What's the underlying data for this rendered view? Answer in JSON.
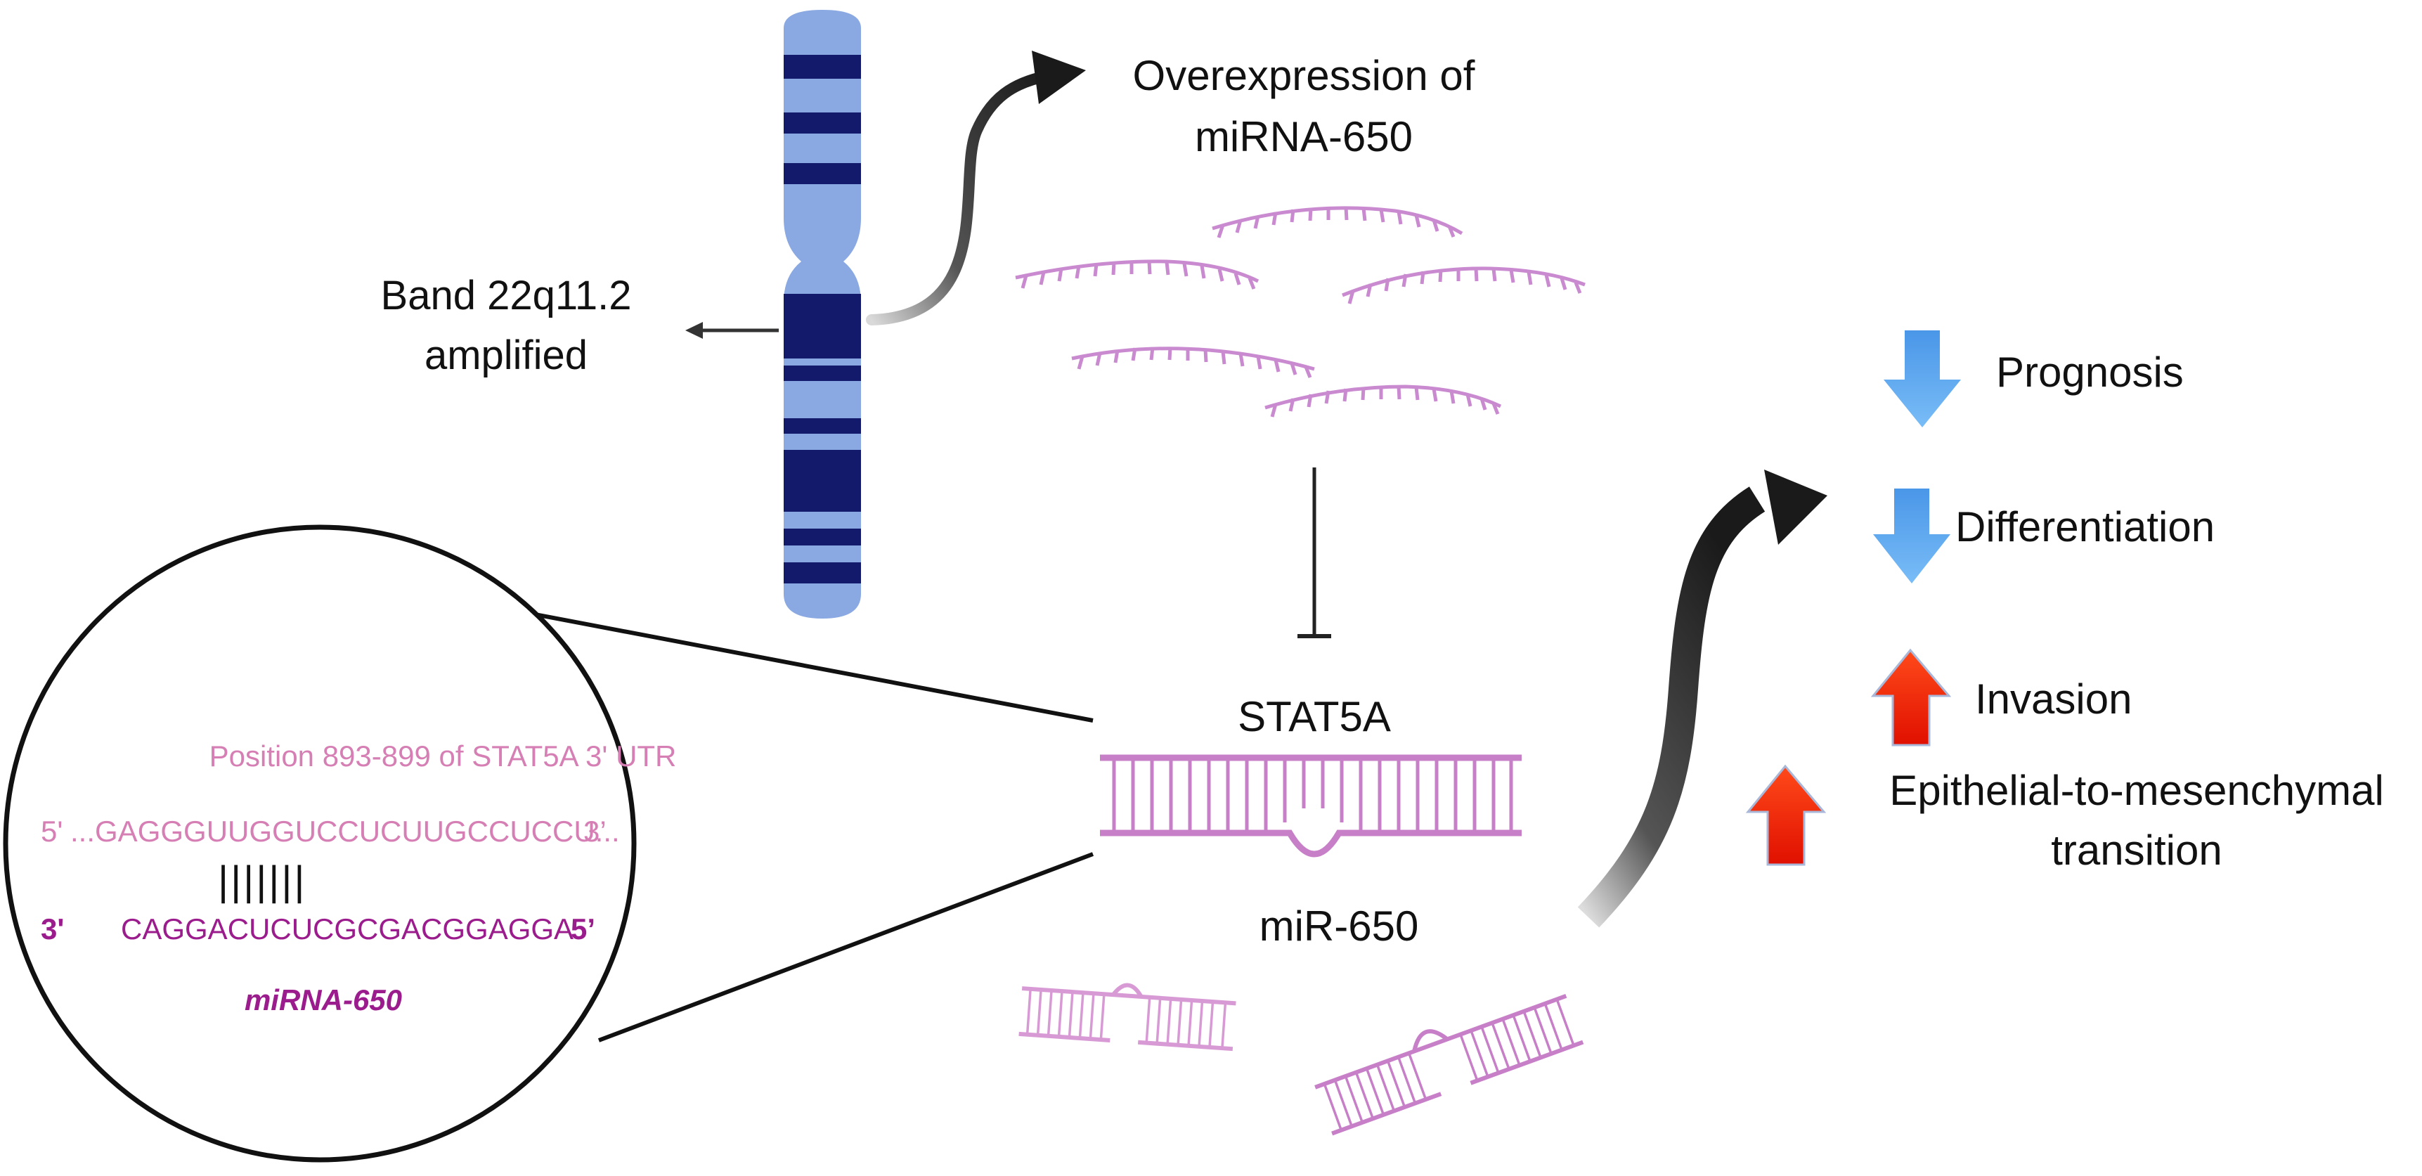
{
  "labels": {
    "overexpression_line1": "Overexpression of",
    "overexpression_line2": "miRNA-650",
    "band_line1": "Band 22q11.2",
    "band_line2": "amplified",
    "stat5a": "STAT5A",
    "mir650": "miR-650",
    "prognosis": "Prognosis",
    "differentiation": "Differentiation",
    "invasion": "Invasion",
    "emt_line1": "Epithelial-to-mesenchymal",
    "emt_line2": "transition"
  },
  "zoom": {
    "position_text": "Position 893-899 of STAT5A 3' UTR",
    "top_5prime": "5'",
    "top_sequence": "...GAGGGUUGGUCCUCUUGCCUCCU...",
    "top_3prime": "3’",
    "pairing": "|||||||",
    "bottom_3prime": "3'",
    "bottom_sequence": "CAGGACUCUCGCGACGGAGGA",
    "bottom_5prime": "5’",
    "mirna_name": "miRNA-650"
  },
  "outcomes": [
    {
      "label_key": "prognosis",
      "direction": "down",
      "color": "#5aaaf0"
    },
    {
      "label_key": "differentiation",
      "direction": "down",
      "color": "#5aaaf0"
    },
    {
      "label_key": "invasion",
      "direction": "up",
      "color": "#ee2200"
    },
    {
      "label_key": "emt",
      "direction": "up",
      "color": "#ee2200"
    }
  ],
  "colors": {
    "chromosome_light": "#8aa9e2",
    "chromosome_dark": "#141a6b",
    "mirna_pink": "#c98ad0",
    "duplex_pink": "#c77fc8",
    "sequence_light": "#d67fb5",
    "sequence_dark": "#9b1c8c",
    "arrow_dark": "#2b2b2b"
  }
}
